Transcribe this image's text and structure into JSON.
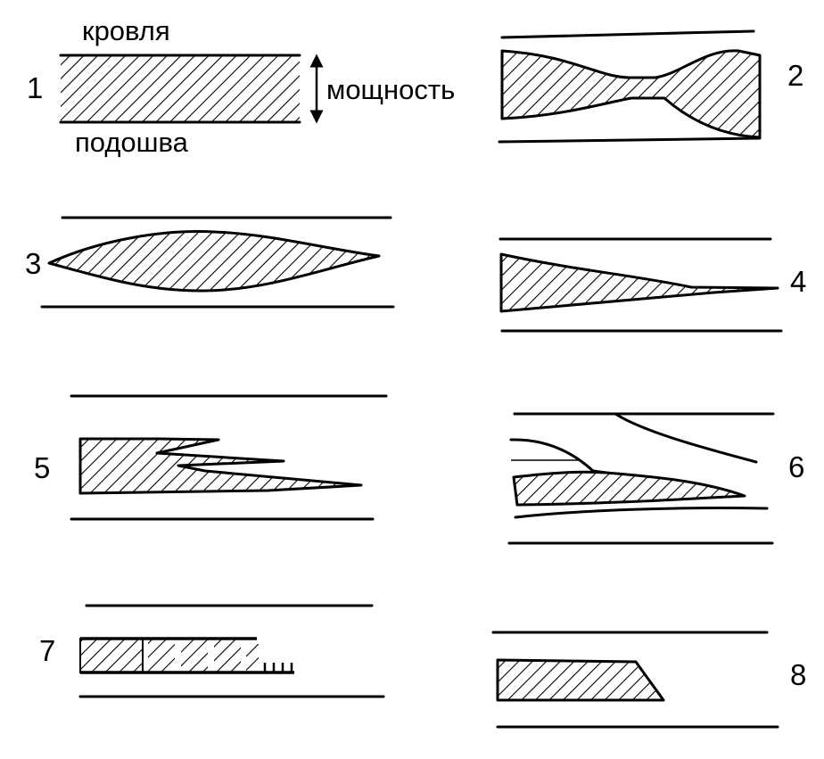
{
  "labels": {
    "roof": "кровля",
    "floor": "подошва",
    "thickness": "мощность"
  },
  "figures": [
    {
      "number": "1"
    },
    {
      "number": "2"
    },
    {
      "number": "3"
    },
    {
      "number": "4"
    },
    {
      "number": "5"
    },
    {
      "number": "6"
    },
    {
      "number": "7"
    },
    {
      "number": "8"
    }
  ]
}
